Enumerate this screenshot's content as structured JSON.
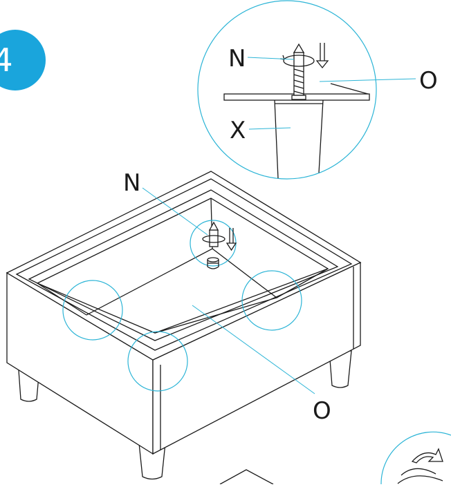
{
  "step": {
    "number": "4",
    "badge_color": "#1aa5dc"
  },
  "labels": {
    "detail_bolt": "N",
    "detail_frame": "O",
    "detail_leg": "X",
    "main_bolt": "N",
    "main_frame": "O"
  },
  "colors": {
    "callout": "#2bb4d6",
    "line": "#1a1a1a"
  },
  "icons": {
    "direction": "arrow-down-icon",
    "rotation": "rotate-arrow-icon"
  }
}
